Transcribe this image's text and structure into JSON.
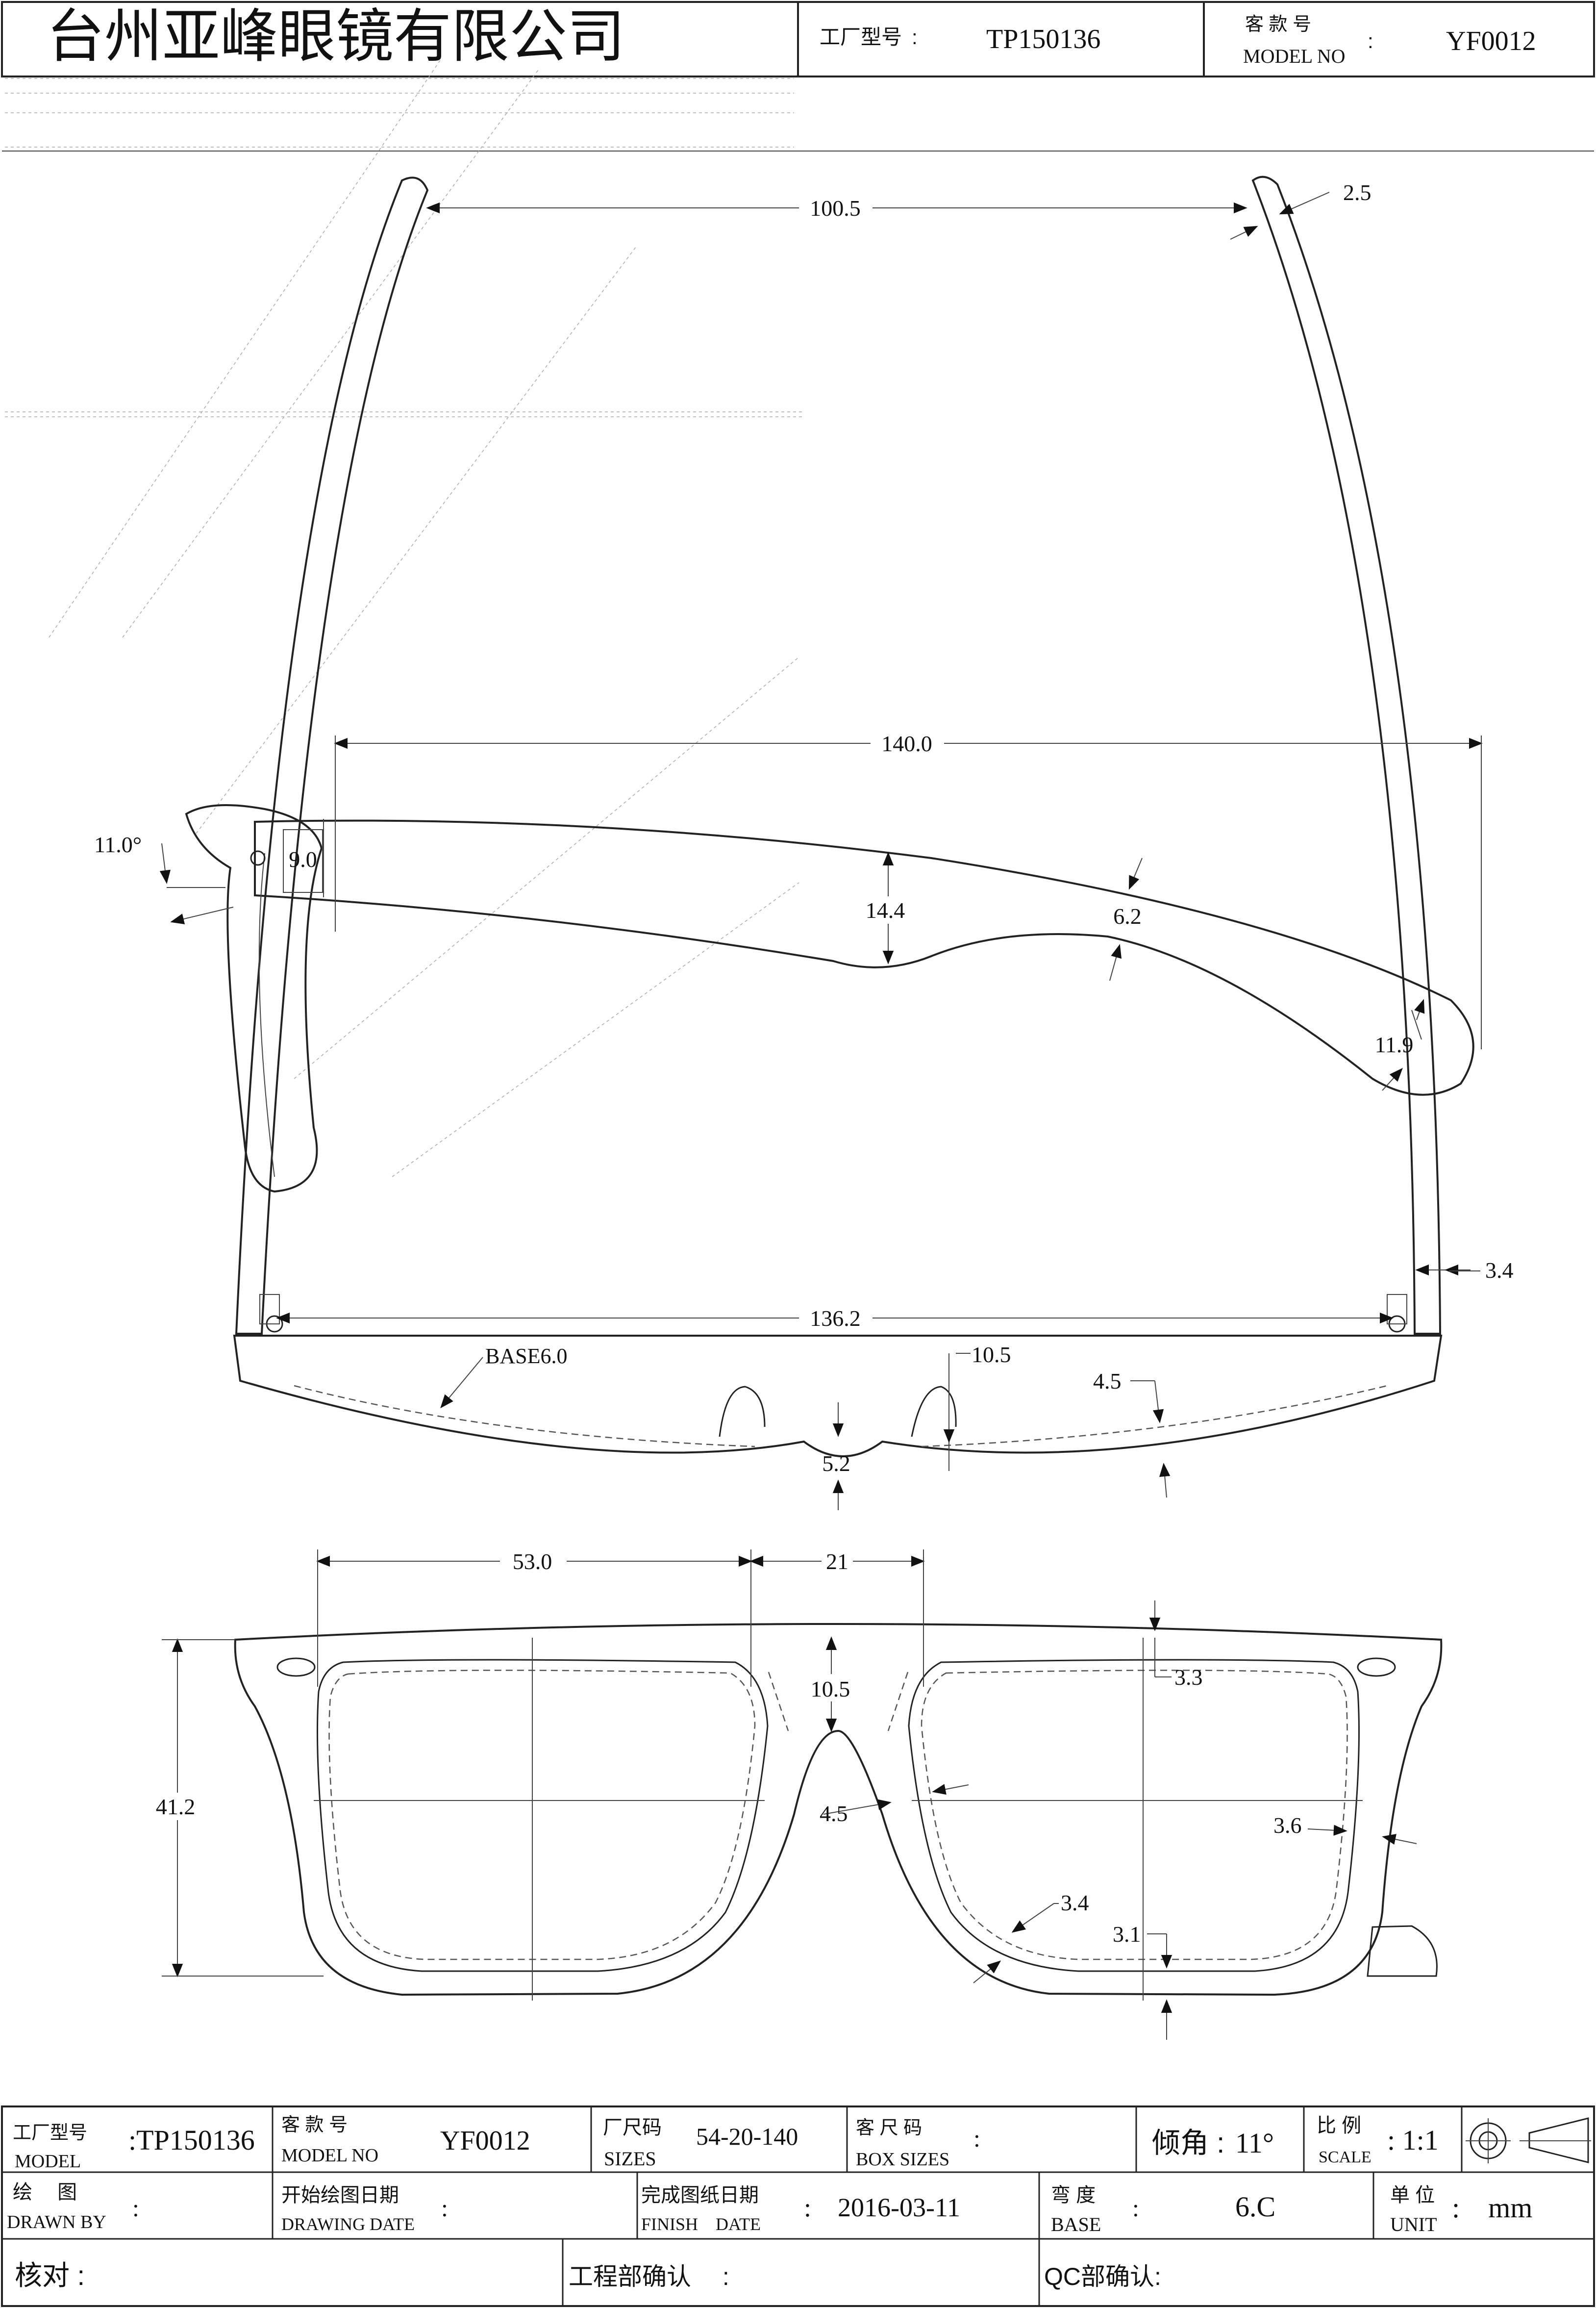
{
  "company": {
    "name": "台州亚峰眼镜有限公司"
  },
  "header": {
    "factory_label": "工厂型号",
    "factory_colon": ":",
    "factory_no": "TP150136",
    "model_label_cn": "客 款 号",
    "model_label_en": "MODEL NO",
    "model_colon": ":",
    "model_no": "YF0012"
  },
  "dimensions": {
    "temple_spread": "100.5",
    "temple_tip_thickness": "2.5",
    "temple_length": "140.0",
    "pantoscopic_angle": "11.0°",
    "temple_hinge_height": "9.0",
    "temple_mid_width": "14.4",
    "temple_narrow_width": "6.2",
    "temple_end_width": "11.9",
    "temple_thickness": "3.4",
    "hinge_spread": "136.2",
    "base_curve": "BASE6.0",
    "nose_pad_height": "10.5",
    "front_thickness": "4.5",
    "bridge_thickness": "5.2",
    "lens_width": "53.0",
    "bridge_width": "21",
    "bridge_depth": "10.5",
    "top_rim": "3.3",
    "lens_height": "41.2",
    "bridge_rim": "4.5",
    "outer_rim": "3.6",
    "lower_rim": "3.4",
    "bottom_rim": "3.1"
  },
  "title_block": {
    "model_label_cn": "工厂型号",
    "model_label_en": "MODEL",
    "model_value": ":TP150136",
    "model_no_label_cn": "客 款 号",
    "model_no_label_en": "MODEL NO",
    "model_no_value": "YF0012",
    "sizes_label_cn": "厂尺码",
    "sizes_label_en": "SIZES",
    "sizes_value": "54-20-140",
    "box_sizes_label_cn": "客 尺 码",
    "box_sizes_label_en": "BOX SIZES",
    "box_sizes_value": ":",
    "tilt_label": "倾角 :",
    "tilt_value": "11°",
    "scale_label_cn": "比 例",
    "scale_label_en": "SCALE",
    "scale_value": ": 1:1",
    "drawn_by_label_cn": "绘　 图",
    "drawn_by_label_en": "DRAWN BY",
    "drawn_by_value": ":",
    "start_date_label_cn": "开始绘图日期",
    "start_date_label_en": "DRAWING DATE",
    "start_date_value": ":",
    "finish_date_label_cn": "完成图纸日期",
    "finish_date_label_en": "FINISH　DATE",
    "finish_date_value": ":　2016-03-11",
    "base_label_cn": "弯 度",
    "base_label_en": "BASE",
    "base_value_colon": ":",
    "base_value": "6.C",
    "unit_label_cn": "单 位",
    "unit_label_en": "UNIT",
    "unit_value": ":　mm",
    "check_label": "核对 :",
    "engineering_label": "工程部确认　 :",
    "qc_label": "QC部确认:"
  }
}
